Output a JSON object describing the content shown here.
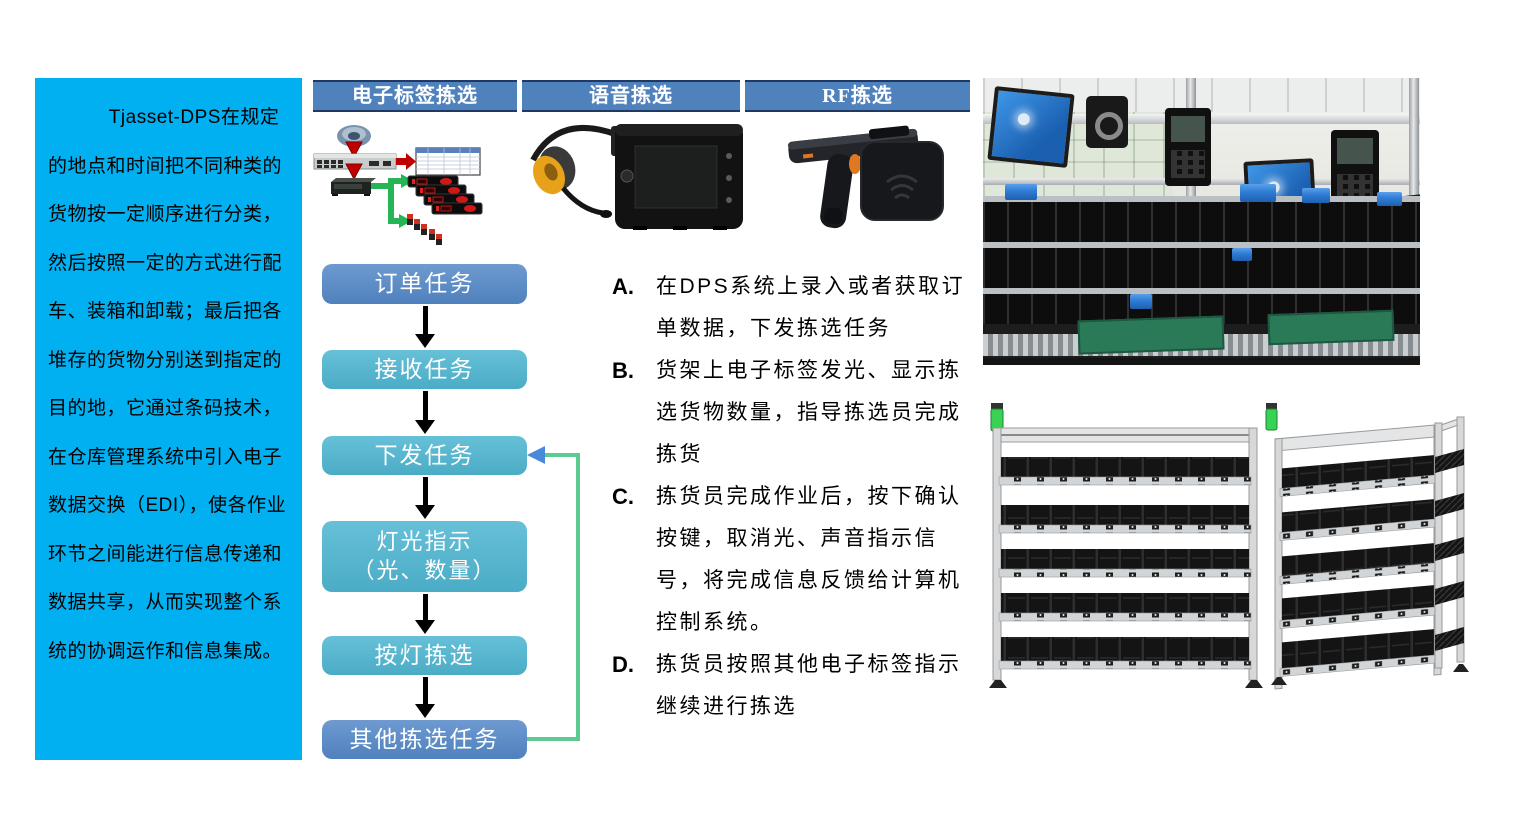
{
  "intro": {
    "text": "Tjasset-DPS在规定的地点和时间把不同种类的货物按一定顺序进行分类，然后按照一定的方式进行配车、装箱和卸载；最后把各堆存的货物分别送到指定的目的地，它通过条码技术，在仓库管理系统中引入电子数据交换（EDI），使各作业环节之间能进行信息传递和数据共享，从而实现整个系统的协调运作和信息集成。"
  },
  "columns": [
    {
      "label": "电子标签拣选"
    },
    {
      "label": "语音拣选"
    },
    {
      "label": "RF拣选"
    }
  ],
  "flowchart": {
    "boxes": [
      {
        "label": "订单任务"
      },
      {
        "label": "接收任务"
      },
      {
        "label": "下发任务"
      },
      {
        "label": "灯光指示\n（光、数量）"
      },
      {
        "label": "按灯拣选"
      },
      {
        "label": "其他拣选任务"
      }
    ]
  },
  "steps": {
    "items": [
      {
        "letter": "A.",
        "text": "在DPS系统上录入或者获取订单数据，下发拣选任务"
      },
      {
        "letter": "B.",
        "text": "货架上电子标签发光、显示拣选货物数量，指导拣选员完成拣货"
      },
      {
        "letter": "C.",
        "text": "拣货员完成作业后，按下确认按键，取消光、声音指示信号，将完成信息反馈给计算机控制系统。"
      },
      {
        "letter": "D.",
        "text": "拣货员按照其他电子标签指示继续进行拣选"
      }
    ]
  },
  "colors": {
    "panel_cyan": "#00B0F0",
    "header_blue": "#4F81BD",
    "header_border": "#1F3864",
    "box_blue": "#4F81BD",
    "box_teal": "#4BACC6",
    "flow_arrow_black": "#000000",
    "feedback_green": "#5DCB8F",
    "feedback_arrowhead_blue": "#4A89D8",
    "diagram_green": "#27B457",
    "diagram_red": "#C00000",
    "tower_light_green": "#39D353",
    "bin_blue": "#2E7CD6"
  }
}
